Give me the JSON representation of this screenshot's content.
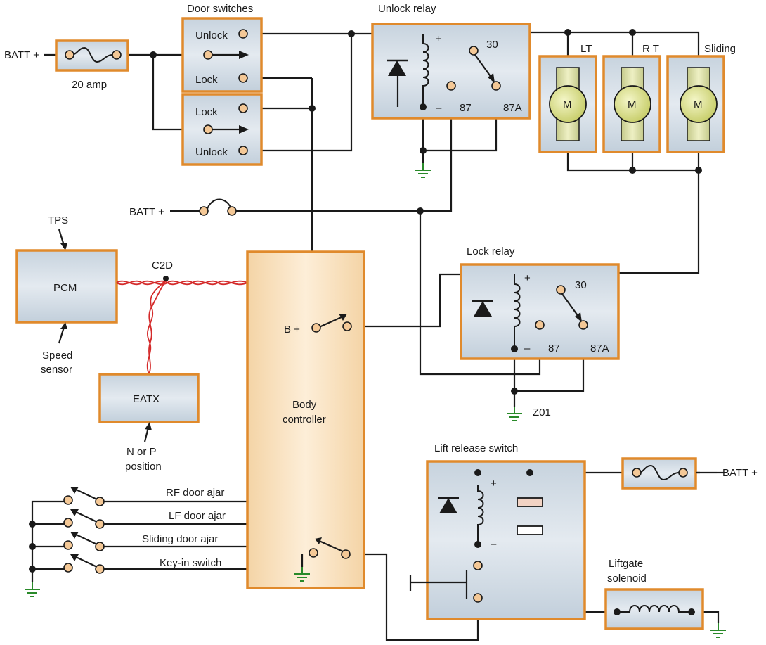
{
  "colors": {
    "box_border": "#e08a2c",
    "box_fill": "#d3dde6",
    "controller_fill": "#fbe6c7",
    "motor_body": "#e2e7a0",
    "twisted_pair": "#d42a2a",
    "ground": "#2a8a2a"
  },
  "labels": {
    "batt_top": "BATT +",
    "fuse_rating": "20  amp",
    "door_switches": "Door switches",
    "sw_unlock_top": "Unlock",
    "sw_lock_top": "Lock",
    "sw_lock_bottom": "Lock",
    "sw_unlock_bottom": "Unlock",
    "unlock_relay": "Unlock relay",
    "relay_plus": "+",
    "relay_minus": "–",
    "pin_30": "30",
    "pin_87": "87",
    "pin_87a": "87A",
    "motor_lt": "LT",
    "motor_rt": "R T",
    "motor_sliding": "Sliding",
    "motor_m": "M",
    "batt_mid": "BATT +",
    "tps": "TPS",
    "pcm": "PCM",
    "speed_sensor_1": "Speed",
    "speed_sensor_2": "sensor",
    "c2d": "C2D",
    "eatx": "EATX",
    "n_or_p_1": "N or P",
    "n_or_p_2": "position",
    "b_plus": "B +",
    "body_controller_1": "Body",
    "body_controller_2": "controller",
    "lock_relay": "Lock relay",
    "z01": "Z01",
    "lift_release_switch": "Lift release switch",
    "batt_right": "BATT +",
    "liftgate_1": "Liftgate",
    "liftgate_2": "solenoid",
    "rf_door": "RF door ajar",
    "lf_door": "LF door ajar",
    "sliding_door": "Sliding door ajar",
    "key_in": "Key-in switch"
  },
  "icons": [
    "fuse-icon",
    "relay-coil-icon",
    "diode-icon",
    "motor-icon",
    "ground-icon",
    "switch-icon",
    "solenoid-icon",
    "twisted-pair-icon"
  ]
}
